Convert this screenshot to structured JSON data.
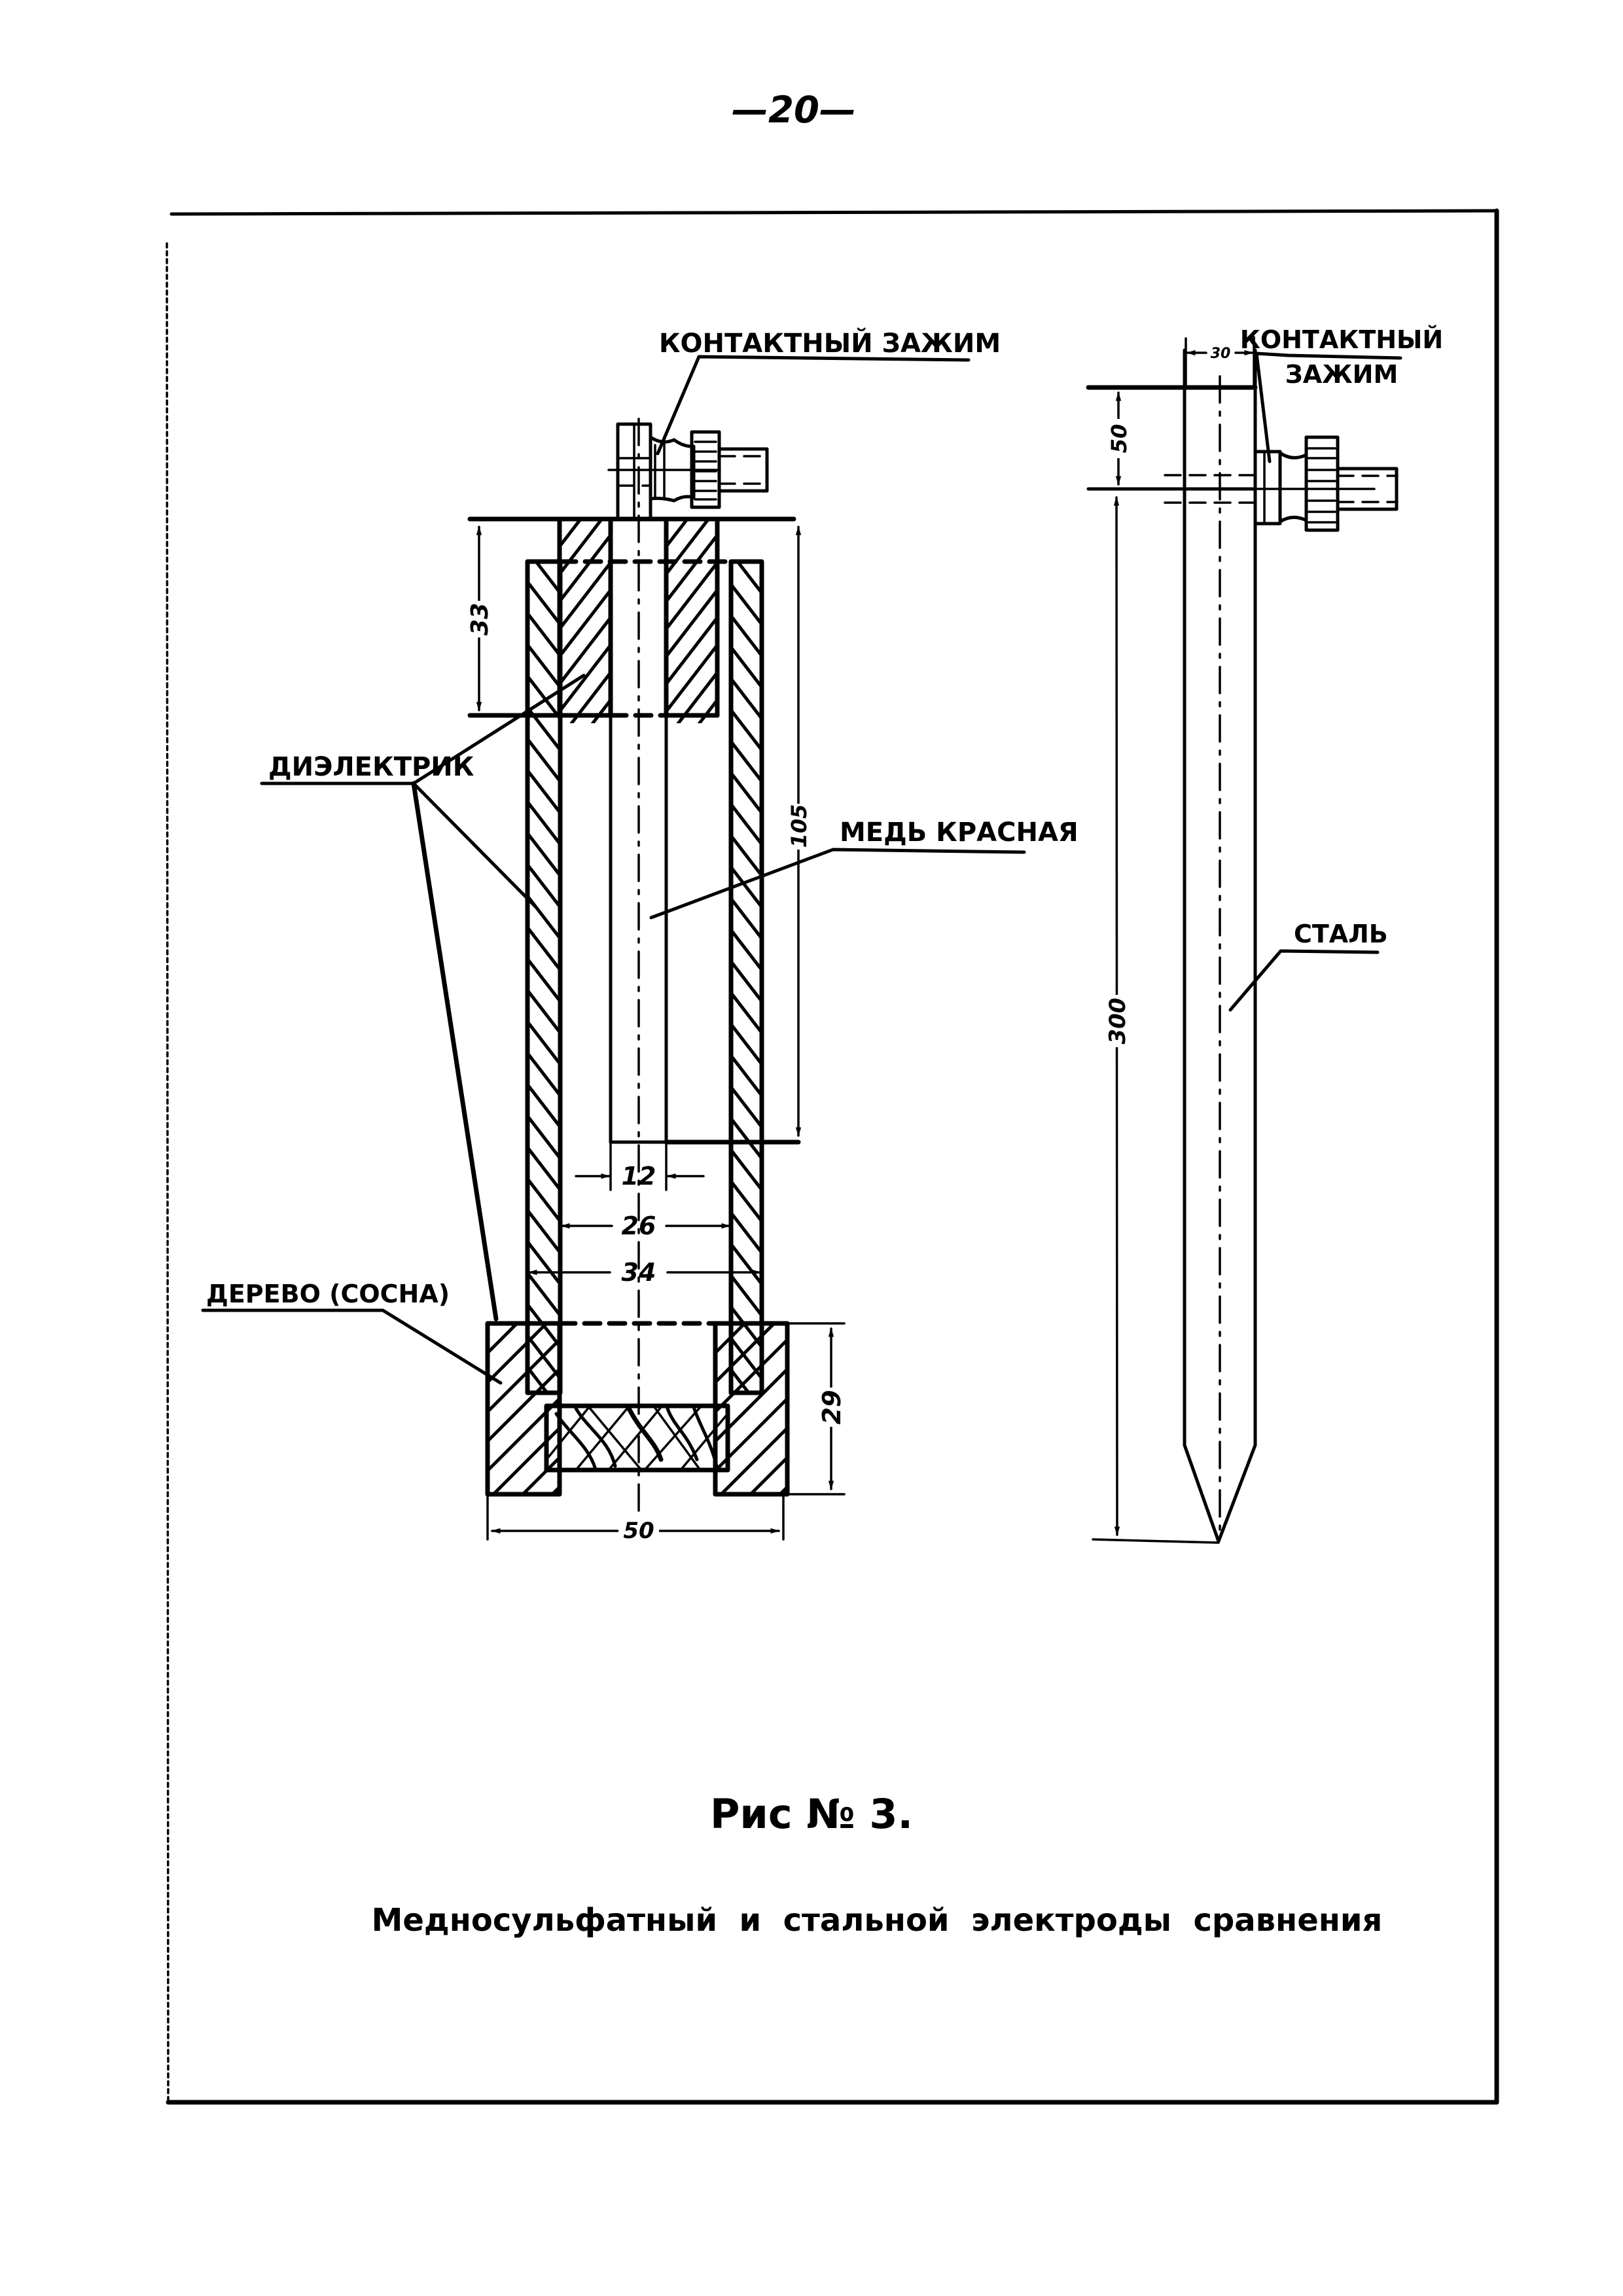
{
  "page": {
    "number": "—20—",
    "figure_label": "Рис № 3.",
    "caption": "Медносульфатный  и  стальной  электроды  сравнения",
    "ink_color": "#000000",
    "paper_color": "#ffffff"
  },
  "left_electrode": {
    "name": "Медносульфатный электрод",
    "labels": {
      "clamp": "КОНТАКТНЫЙ ЗАЖИМ",
      "dielectric": "ДИЭЛЕКТРИК",
      "copper": "МЕДЬ КРАСНАЯ",
      "wood": "ДЕРЕВО (СОСНА)"
    },
    "dimensions": {
      "cap_height": "33",
      "rod_length": "105",
      "rod_diameter": "12",
      "tube_inner": "26",
      "tube_outer": "34",
      "base_height": "29",
      "base_width": "50"
    }
  },
  "right_electrode": {
    "name": "Стальной электрод",
    "labels": {
      "clamp_line1": "КОНТАКТНЫЙ",
      "clamp_line2": "ЗАЖИМ",
      "steel": "СТАЛЬ"
    },
    "dimensions": {
      "width": "30",
      "clamp_offset": "50",
      "length": "300"
    }
  }
}
